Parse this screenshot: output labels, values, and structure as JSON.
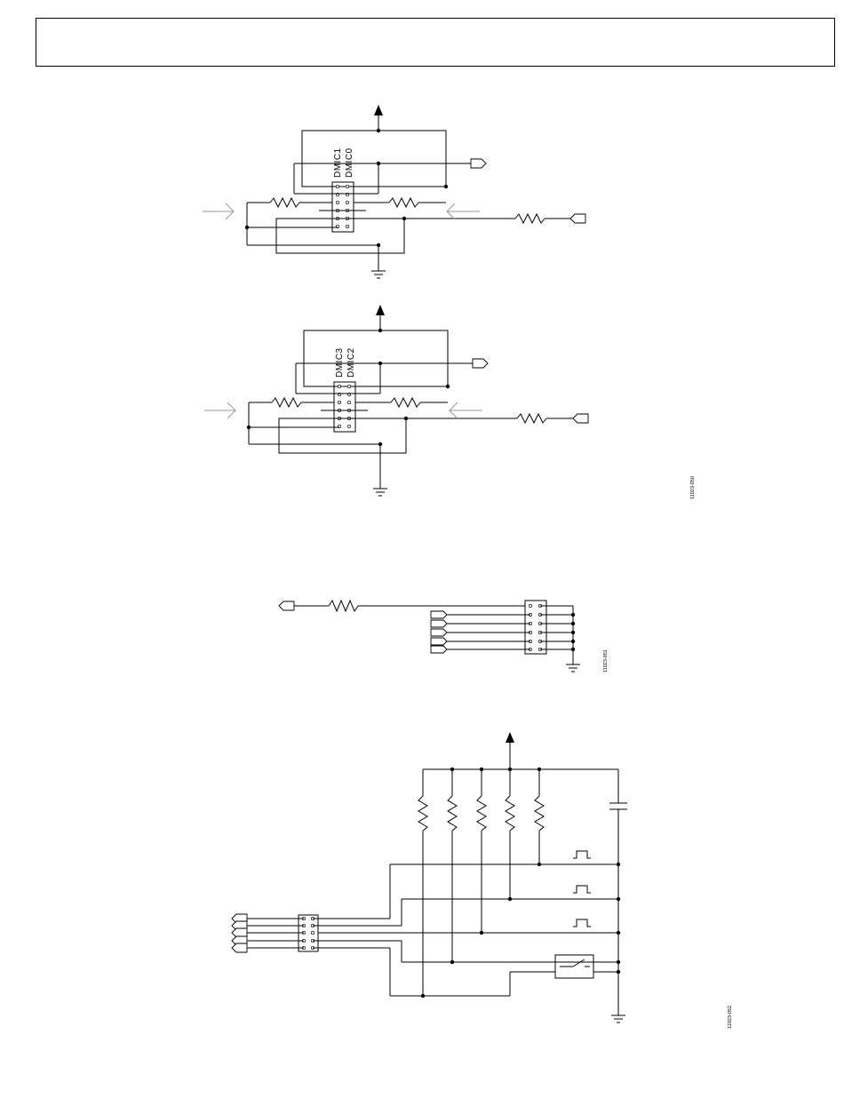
{
  "header": {
    "title": ""
  },
  "diagram1": {
    "header_labels": [
      "DMIC1",
      "DMIC0"
    ],
    "figure_id": "11023-050"
  },
  "diagram2": {
    "header_labels": [
      "DMIC3",
      "DMIC2"
    ],
    "figure_id": "11023-050"
  },
  "diagram3": {
    "figure_id": "11023-051"
  },
  "diagram4": {
    "figure_id": "11023-052"
  }
}
